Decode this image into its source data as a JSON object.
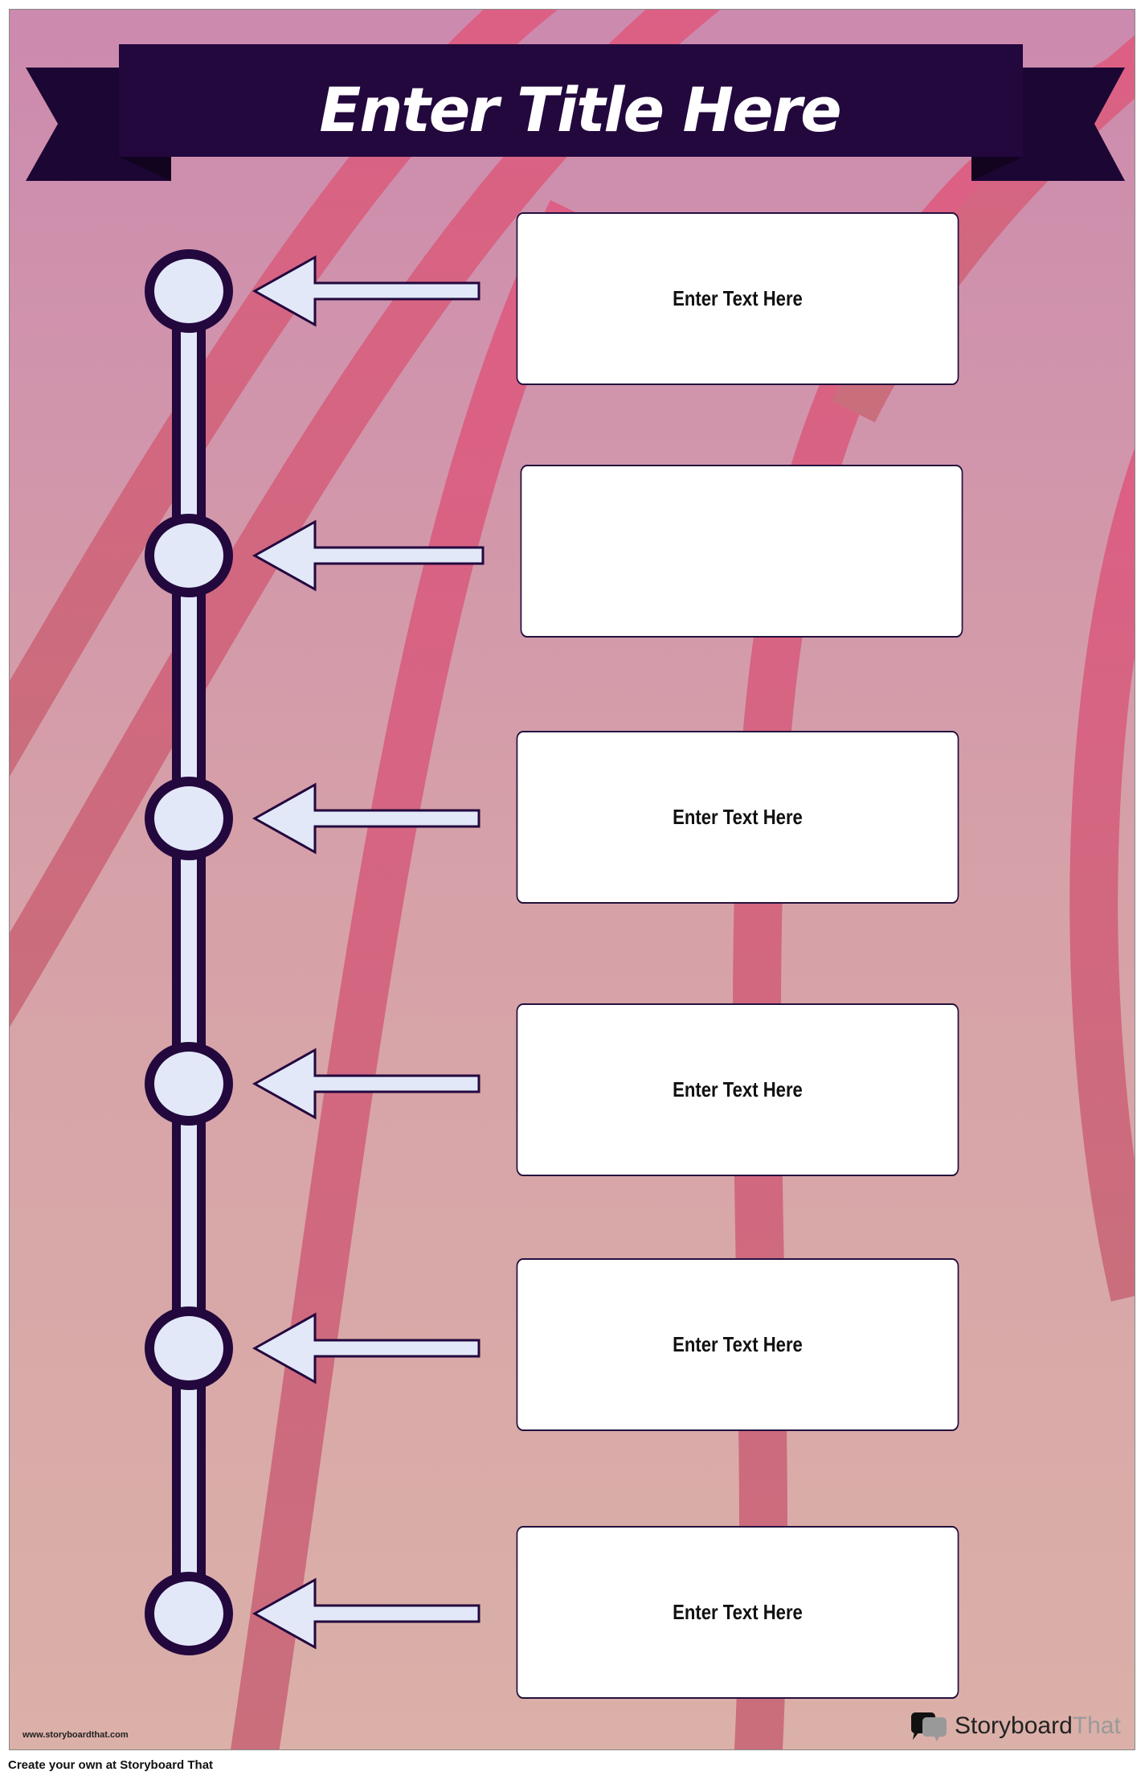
{
  "title": "Enter Title Here",
  "boxes": [
    {
      "text": "Enter Text Here"
    },
    {
      "text": ""
    },
    {
      "text": "Enter Text Here"
    },
    {
      "text": "Enter Text Here"
    },
    {
      "text": "Enter Text Here"
    },
    {
      "text": "Enter Text Here"
    }
  ],
  "watermark_url": "www.storyboardthat.com",
  "logo": {
    "part1": "Storyboard",
    "part2": "That"
  },
  "footer": "Create your own at Storyboard That",
  "colors": {
    "bg_top": "#cc8aae",
    "bg_bottom": "#dbb0a8",
    "stripe": "#dd5f85",
    "dark": "#23083e",
    "node": "#e2e8f8"
  }
}
